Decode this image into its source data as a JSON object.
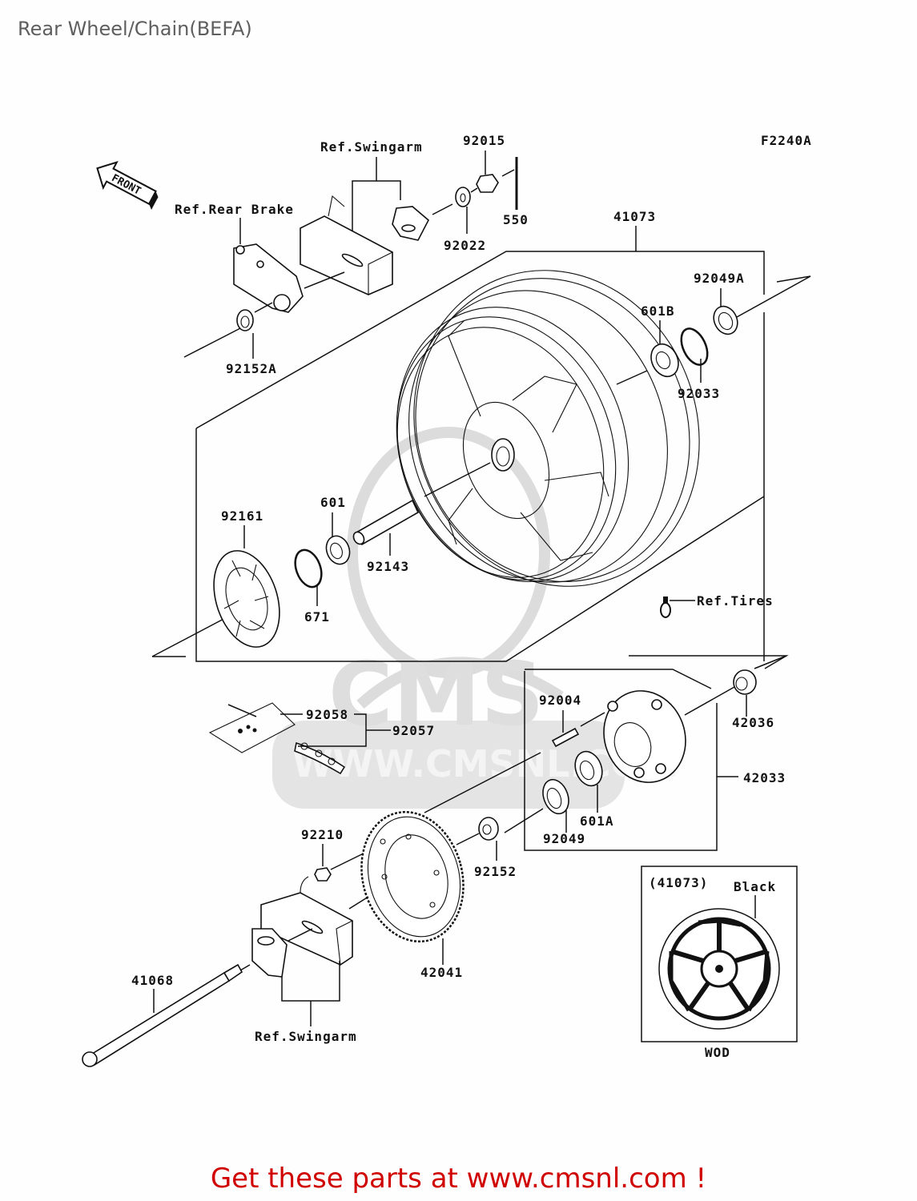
{
  "page_title": "Rear Wheel/Chain(BEFA)",
  "diagram_code": "F2240A",
  "front_indicator": "FRONT",
  "watermark": {
    "logo_text": "CMS",
    "url_text": "WWW.CMSNL.COM"
  },
  "references": {
    "swingarm_top": "Ref.Swingarm",
    "rear_brake": "Ref.Rear Brake",
    "tires": "Ref.Tires",
    "swingarm_bottom": "Ref.Swingarm"
  },
  "parts": [
    {
      "id": "92015"
    },
    {
      "id": "550"
    },
    {
      "id": "92022"
    },
    {
      "id": "41073"
    },
    {
      "id": "92049A"
    },
    {
      "id": "601B"
    },
    {
      "id": "92033"
    },
    {
      "id": "92152A"
    },
    {
      "id": "92161"
    },
    {
      "id": "601"
    },
    {
      "id": "92143"
    },
    {
      "id": "671"
    },
    {
      "id": "92004"
    },
    {
      "id": "42036"
    },
    {
      "id": "42033"
    },
    {
      "id": "92058"
    },
    {
      "id": "92057"
    },
    {
      "id": "601A"
    },
    {
      "id": "92049"
    },
    {
      "id": "92210"
    },
    {
      "id": "92152"
    },
    {
      "id": "42041"
    },
    {
      "id": "41068"
    }
  ],
  "inset": {
    "part_ref": "(41073)",
    "color_label": "Black",
    "variant_code": "WOD"
  },
  "footer_cta": "Get these parts at www.cmsnl.com !"
}
